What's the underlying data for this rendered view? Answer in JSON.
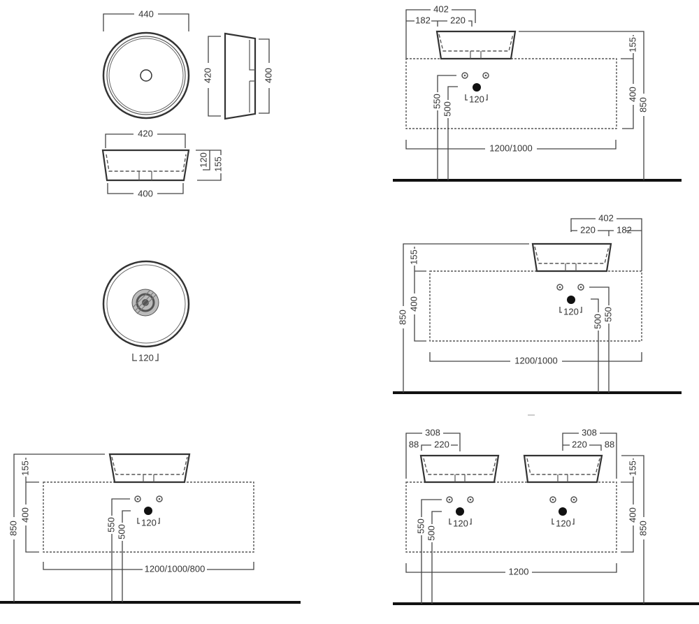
{
  "top_view": {
    "width": "440"
  },
  "side_view": {
    "outer_length": "420",
    "inner_length": "400"
  },
  "front_view": {
    "top_width": "420",
    "bottom_width": "400",
    "inner_depth": "120",
    "height": "155"
  },
  "drain_view": {
    "drain_width": "120"
  },
  "install_left_basin": {
    "overall": "402",
    "edge_offset": "182",
    "center_offset": "220",
    "basin_height": "155",
    "cabinet_height": "400",
    "total_height": "850",
    "tap_height": "550",
    "drain_height": "500",
    "drain_spacing": "120",
    "cabinet_width": "1200/1000"
  },
  "install_right_basin": {
    "overall": "402",
    "edge_offset": "182",
    "center_offset": "220",
    "basin_height": "155",
    "cabinet_height": "400",
    "total_height": "850",
    "tap_height": "550",
    "drain_height": "500",
    "drain_spacing": "120",
    "cabinet_width": "1200/1000"
  },
  "install_center_basin": {
    "basin_height": "155",
    "cabinet_height": "400",
    "total_height": "850",
    "tap_height": "550",
    "drain_height": "500",
    "drain_spacing": "120",
    "cabinet_width": "1200/1000/800"
  },
  "install_double_basin": {
    "left_overall": "308",
    "left_edge_offset": "88",
    "left_center_offset": "220",
    "right_overall": "308",
    "right_edge_offset": "88",
    "right_center_offset": "220",
    "basin_height": "155",
    "cabinet_height": "400",
    "total_height": "850",
    "tap_height": "550",
    "drain_height": "500",
    "left_drain_spacing": "120",
    "right_drain_spacing": "120",
    "cabinet_width": "1200"
  }
}
